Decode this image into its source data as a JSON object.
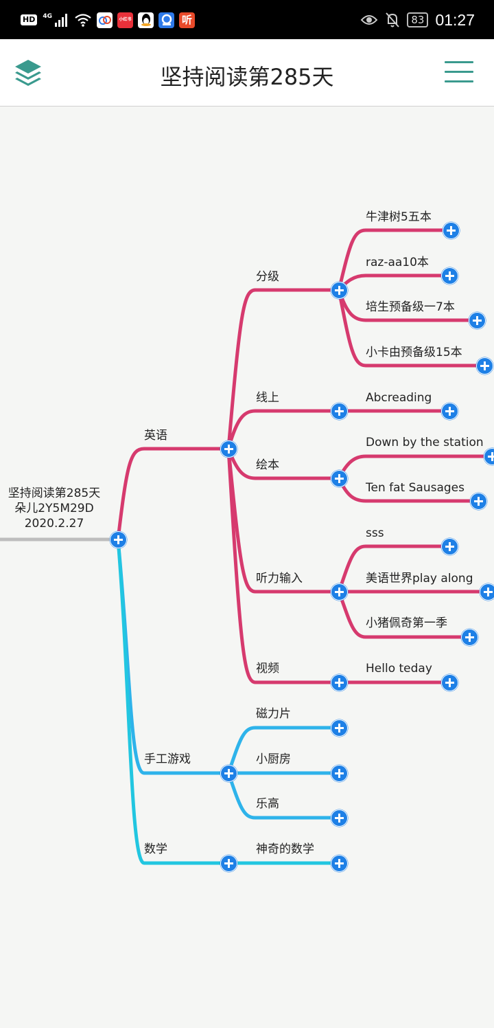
{
  "status_bar": {
    "hd": "HD",
    "network": "4G",
    "app_icons": [
      {
        "icon": "cloud-app-icon",
        "label": "",
        "bg": "#ffffff",
        "fg": "#2f7ae8"
      },
      {
        "icon": "xiaohongshu-icon",
        "label": "小红书",
        "bg": "#e8313a",
        "fg": "#ffffff"
      },
      {
        "icon": "qq-penguin-icon",
        "label": "",
        "bg": "#ffffff",
        "fg": "#000000"
      },
      {
        "icon": "app-icon",
        "label": "",
        "bg": "#2f7ae8",
        "fg": "#ffffff"
      },
      {
        "icon": "listen-app-icon",
        "label": "听",
        "bg": "#e84a2a",
        "fg": "#ffffff"
      }
    ],
    "battery": "83",
    "time": "01:27"
  },
  "app_bar": {
    "title": "坚持阅读第285天",
    "left_icon": "layers-icon",
    "right_icon": "menu-icon",
    "accent": "#3a9a8e"
  },
  "colors": {
    "english_branch": "#d63a6e",
    "craft_branch": "#2eb3ea",
    "math_branch": "#22c6e0",
    "root_line": "#bdbdbd",
    "expand_button": "#1e80e6"
  },
  "mindmap": {
    "root": {
      "lines": [
        "坚持阅读第285天",
        "朵儿2Y5M29D",
        "2020.2.27"
      ]
    },
    "branches": [
      {
        "label": "英语",
        "color": "english",
        "children": [
          {
            "label": "分级",
            "children": [
              {
                "label": "牛津树5五本"
              },
              {
                "label": "raz-aa10本"
              },
              {
                "label": "培生预备级一7本"
              },
              {
                "label": "小卡由预备级15本"
              }
            ]
          },
          {
            "label": "线上",
            "children": [
              {
                "label": "Abcreading"
              }
            ]
          },
          {
            "label": "绘本",
            "children": [
              {
                "label": "Down by the station"
              },
              {
                "label": "Ten fat Sausages"
              }
            ]
          },
          {
            "label": "听力输入",
            "children": [
              {
                "label": "sss"
              },
              {
                "label": "美语世界play along"
              },
              {
                "label": "小猪佩奇第一季"
              }
            ]
          },
          {
            "label": "视频",
            "children": [
              {
                "label": "Hello teday"
              }
            ]
          }
        ]
      },
      {
        "label": "手工游戏",
        "color": "craft",
        "children": [
          {
            "label": "磁力片"
          },
          {
            "label": "小厨房"
          },
          {
            "label": "乐高"
          }
        ]
      },
      {
        "label": "数学",
        "color": "math",
        "children": [
          {
            "label": "神奇的数学"
          }
        ]
      }
    ]
  }
}
